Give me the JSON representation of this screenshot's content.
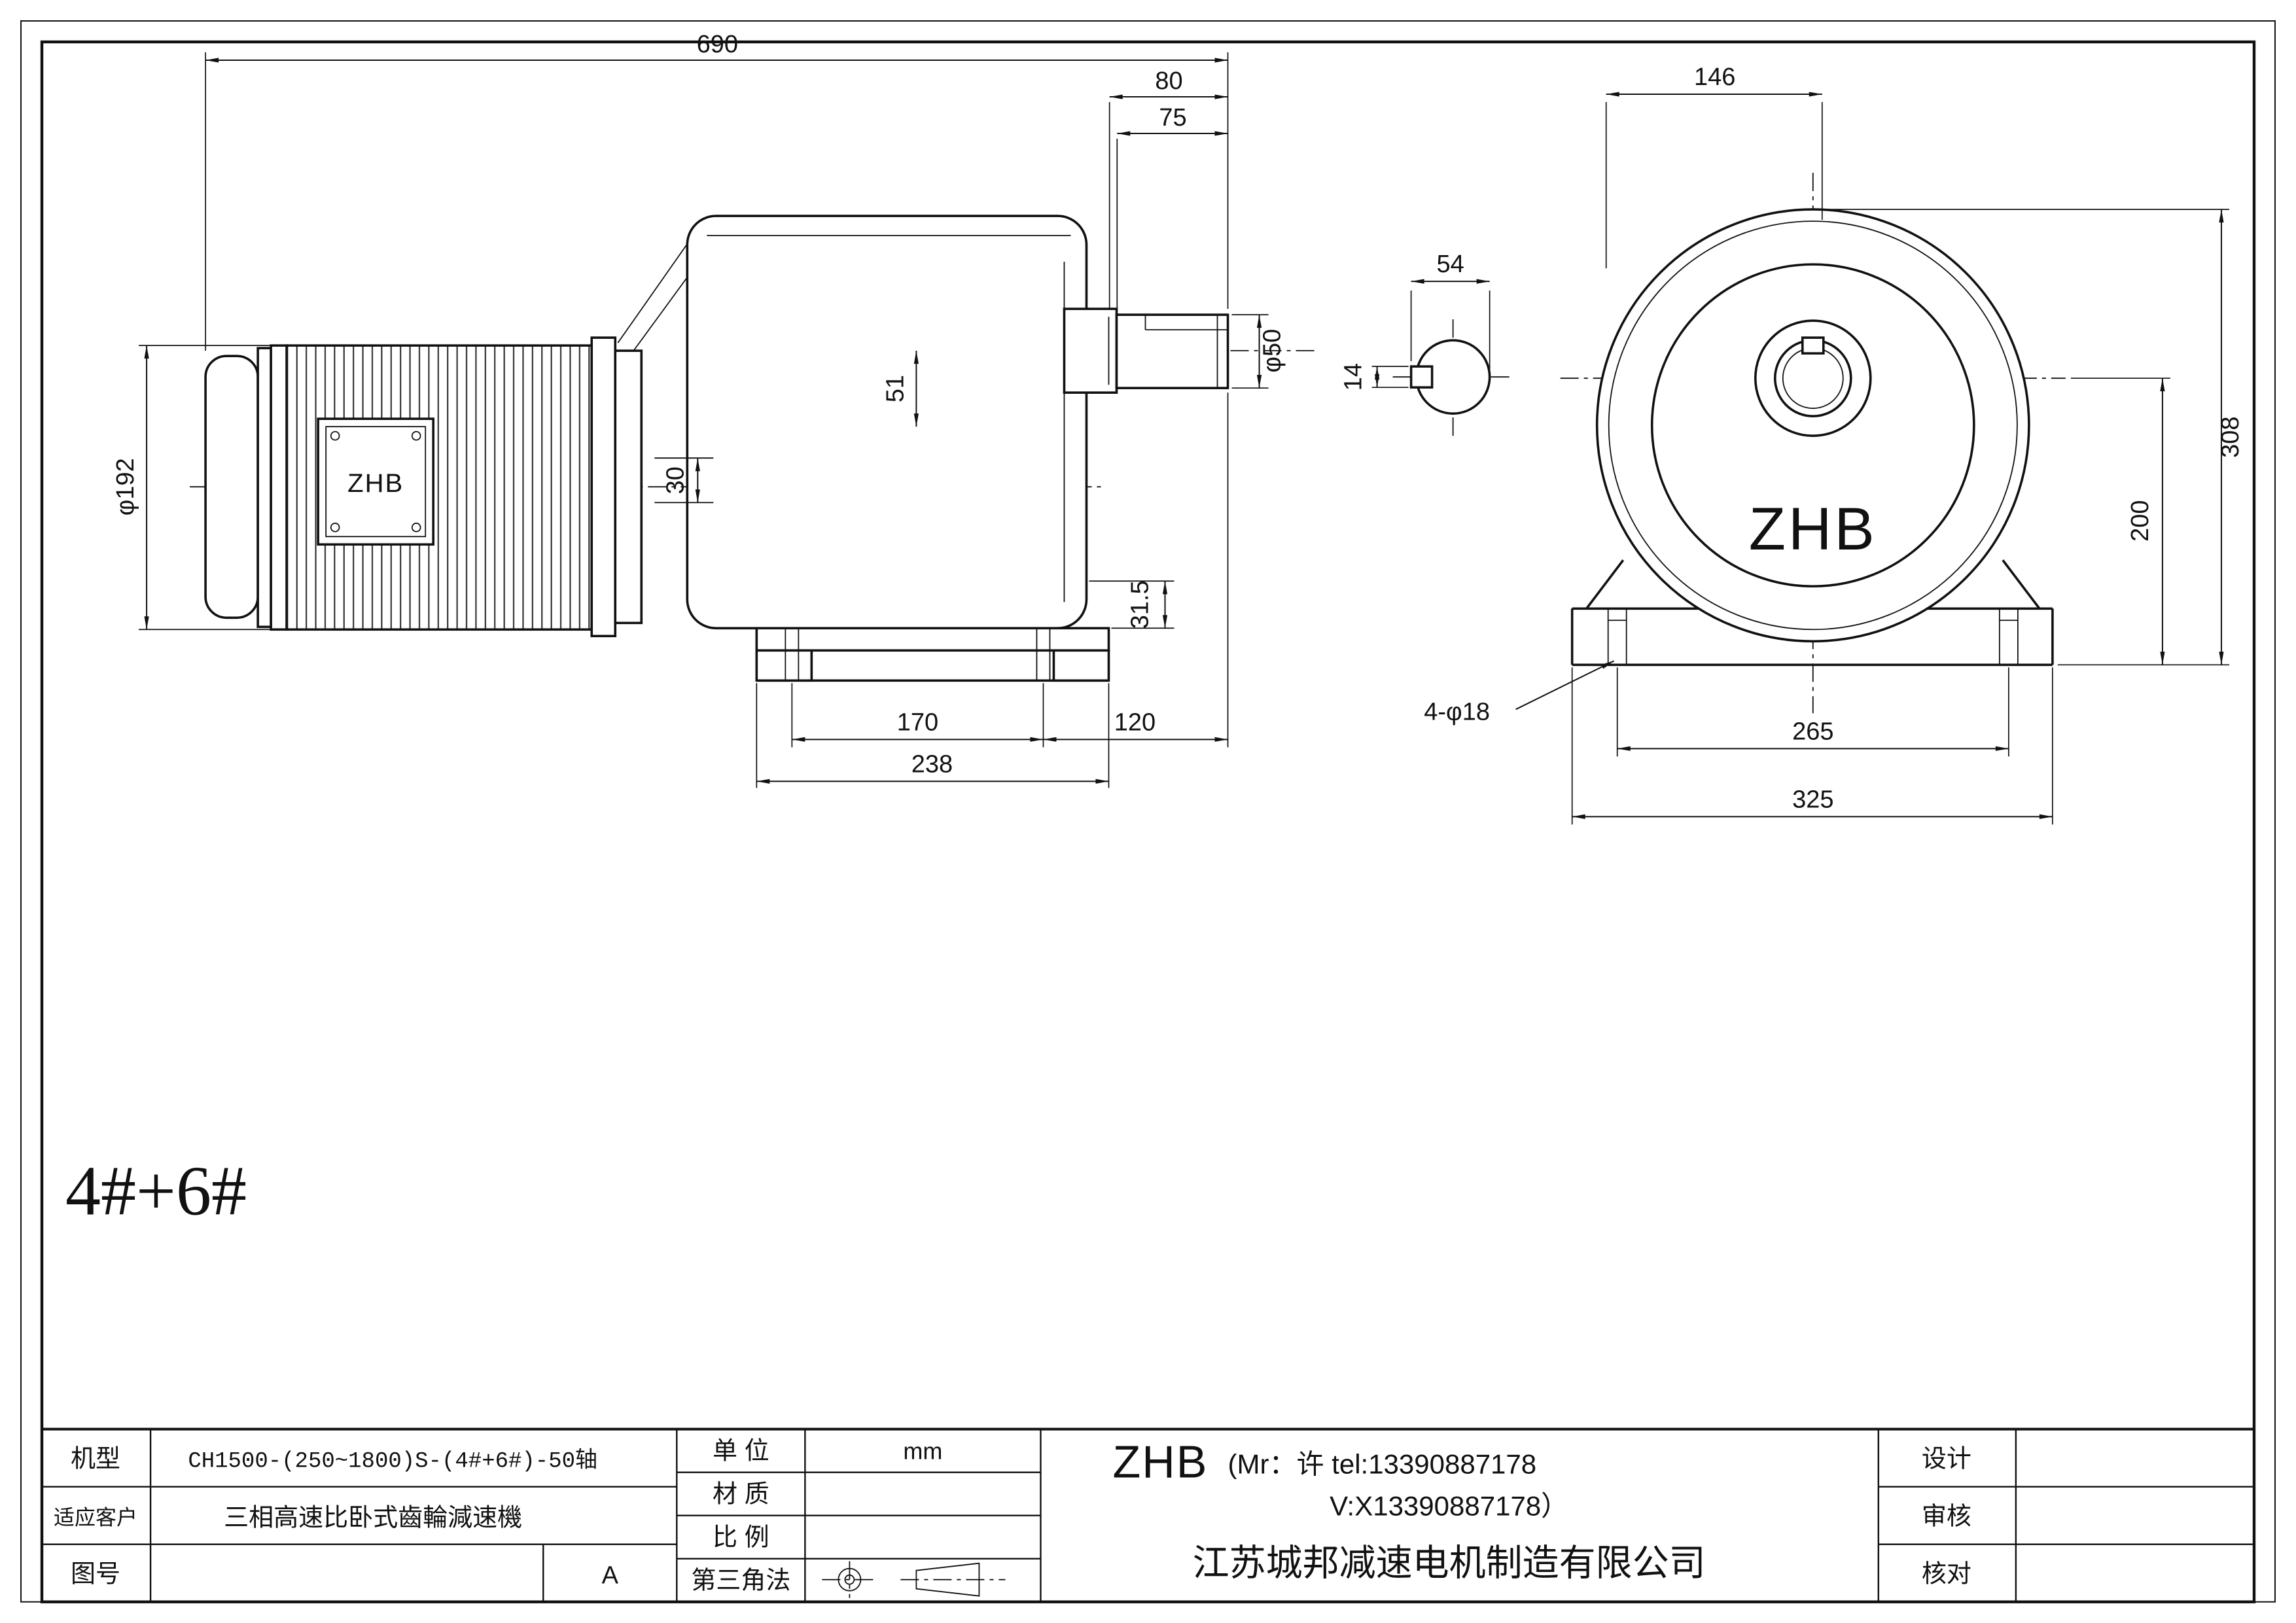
{
  "page": {
    "annotation": "4#+6#"
  },
  "side_view": {
    "logo": "ZHB",
    "dims": {
      "overall_length": "690",
      "shaft_ext_outer": "80",
      "shaft_length": "75",
      "motor_diameter": "φ192",
      "center_offset": "51",
      "input_offset": "30",
      "shaft_diameter": "φ50",
      "foot_height": "31.5",
      "bolt_spacing": "170",
      "base_to_shaft": "120",
      "base_length": "238"
    }
  },
  "shaft_section": {
    "width": "54",
    "key_width": "14"
  },
  "front_view": {
    "logo": "ZHB",
    "dims": {
      "top_width": "146",
      "overall_height": "308",
      "shaft_height": "200",
      "bolt_spacing": "265",
      "base_width": "325",
      "mount_holes": "4-φ18"
    }
  },
  "title_block": {
    "model_label": "机型",
    "model_value": "CH1500-(250~1800)S-(4#+6#)-50轴",
    "customer_label": "适应客户",
    "customer_value": "三相高速比卧式齒輪減速機",
    "drawing_no_label": "图号",
    "revision": "A",
    "unit_label": "单  位",
    "unit_value": "mm",
    "material_label": "材  质",
    "scale_label": "比  例",
    "projection_label": "第三角法",
    "brand": "ZHB",
    "contact": "(Mr：许 tel:13390887178",
    "contact2": "V:X13390887178）",
    "company": "江苏城邦减速电机制造有限公司",
    "design_label": "设计",
    "review_label": "审核",
    "check_label": "核对"
  }
}
